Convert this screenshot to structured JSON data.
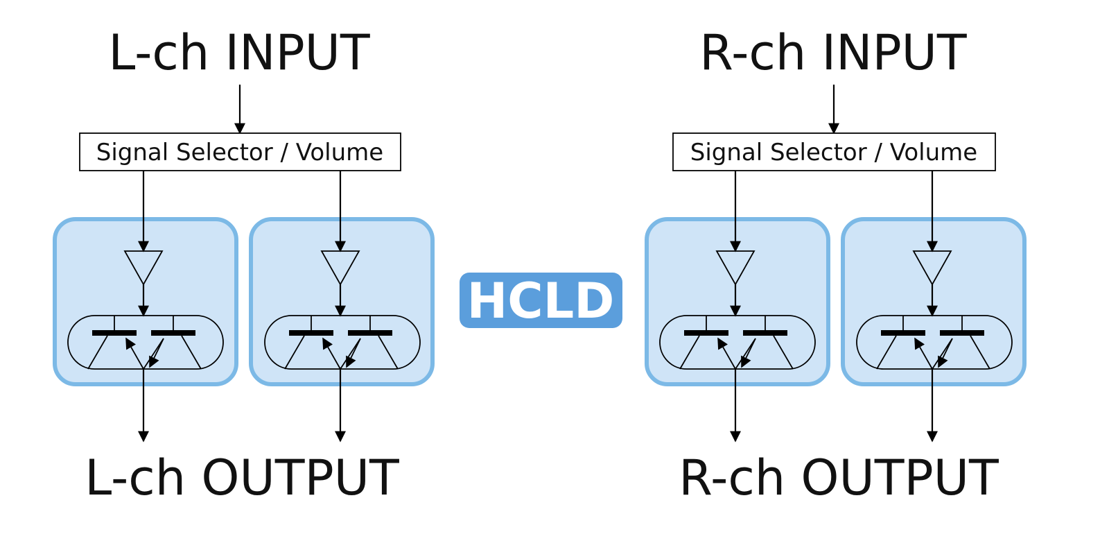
{
  "left_channel": {
    "input_label": "L-ch INPUT",
    "selector_label": "Signal Selector / Volume",
    "output_label": "L-ch OUTPUT"
  },
  "right_channel": {
    "input_label": "R-ch INPUT",
    "selector_label": "Signal Selector / Volume",
    "output_label": "R-ch OUTPUT"
  },
  "center_badge": {
    "label": "HCLD"
  },
  "colors": {
    "module_fill": "#cfe4f7",
    "module_border": "#7cb9e6",
    "badge_fill": "#5b9edc",
    "badge_text": "#ffffff",
    "line": "#000000"
  }
}
